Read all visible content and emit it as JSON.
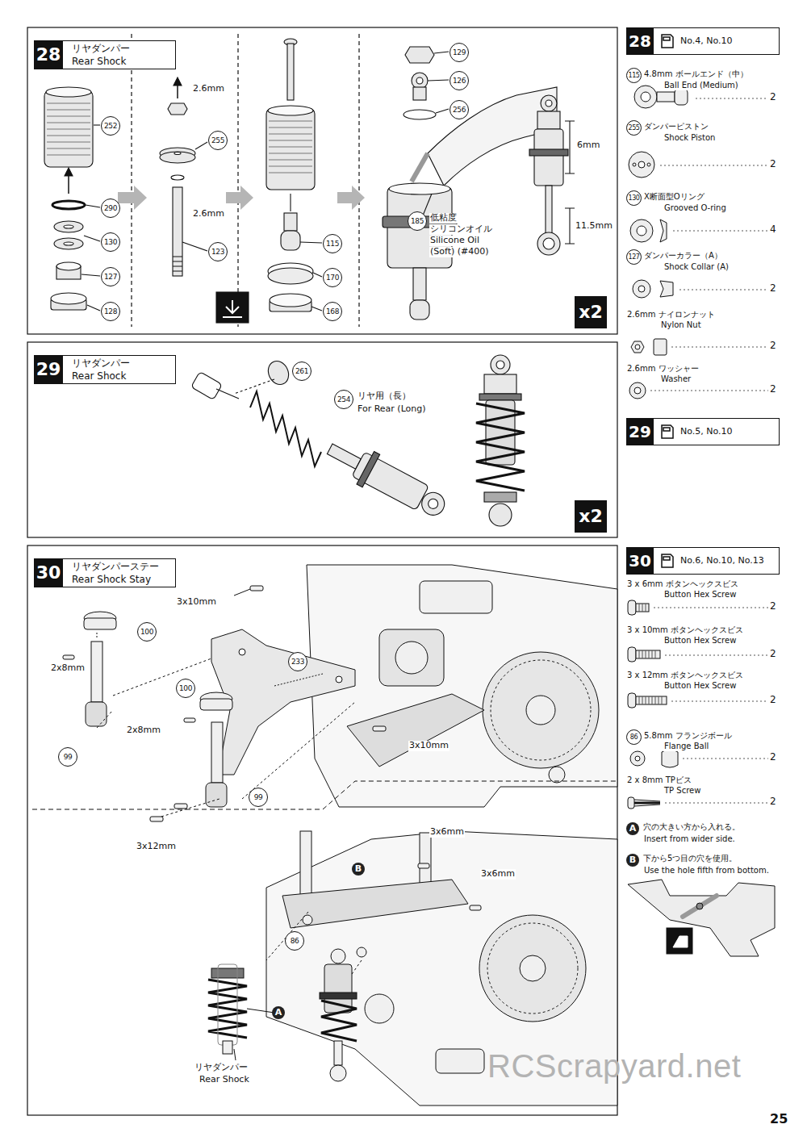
{
  "diagram": {
    "nodes": [
      {
        "text": [
          "28",
          "リヤダンパー",
          "Rear Shock"
        ]
      },
      {
        "text": [
          "x2"
        ]
      },
      {
        "text": [
          "29",
          "リヤダンパー",
          "Rear Shock"
        ]
      },
      {
        "text": [
          "x2"
        ]
      },
      {
        "text": [
          "30",
          "リヤダンパーステー",
          "Rear Shock Stay"
        ]
      },
      {
        "text": [
          "28",
          "No.4, No.10"
        ]
      },
      {
        "text": [
          "29",
          "No.5, No.10"
        ]
      },
      {
        "text": [
          "30",
          "No.6, No.10, No.13"
        ]
      }
    ],
    "labels": [
      "252",
      "290",
      "130",
      "127",
      "128",
      "2.6mm",
      "255",
      "2.6mm",
      "123",
      "115",
      "170",
      "168",
      "129",
      "126",
      "256",
      "185",
      "低粘度",
      "シリコンオイル",
      "Silicone Oil",
      "(Soft) (#400)",
      "6mm",
      "11.5mm",
      "261",
      "254",
      "リヤ用（長）",
      "For Rear (Long)",
      "3x10mm",
      "100",
      "2x8mm",
      "233",
      "100",
      "2x8mm",
      "3x10mm",
      "99",
      "99",
      "3x12mm",
      "3x6mm",
      "3x6mm",
      "B",
      "86",
      "A",
      "リヤダンパー",
      "Rear Shock",
      "115",
      "4.8mm ボールエンド（中）",
      "Ball End (Medium)",
      "2",
      "255",
      "ダンパーピストン",
      "Shock Piston",
      "2",
      "130",
      "X断面型Oリング",
      "Grooved O-ring",
      "4",
      "127",
      "ダンパーカラー（A）",
      "Shock Collar (A)",
      "2",
      "2.6mm ナイロンナット",
      "Nylon Nut",
      "2",
      "2.6mm ワッシャー",
      "Washer",
      "2",
      "3 x 6mm ボタンヘックスビス",
      "Button Hex Screw",
      "2",
      "3 x 10mm ボタンヘックスビス",
      "Button Hex Screw",
      "2",
      "3 x 12mm ボタンヘックスビス",
      "Button Hex Screw",
      "2",
      "86",
      "5.8mm フランジボール",
      "Flange Ball",
      "2",
      "2 x 8mm TPビス",
      "TP Screw",
      "2",
      "A",
      "穴の大きい方から入れる。",
      "Insert from wider side.",
      "B",
      "下から5つ目の穴を使用。",
      "Use the hole fifth from bottom.",
      "RCScrapyard.net",
      "25"
    ]
  }
}
